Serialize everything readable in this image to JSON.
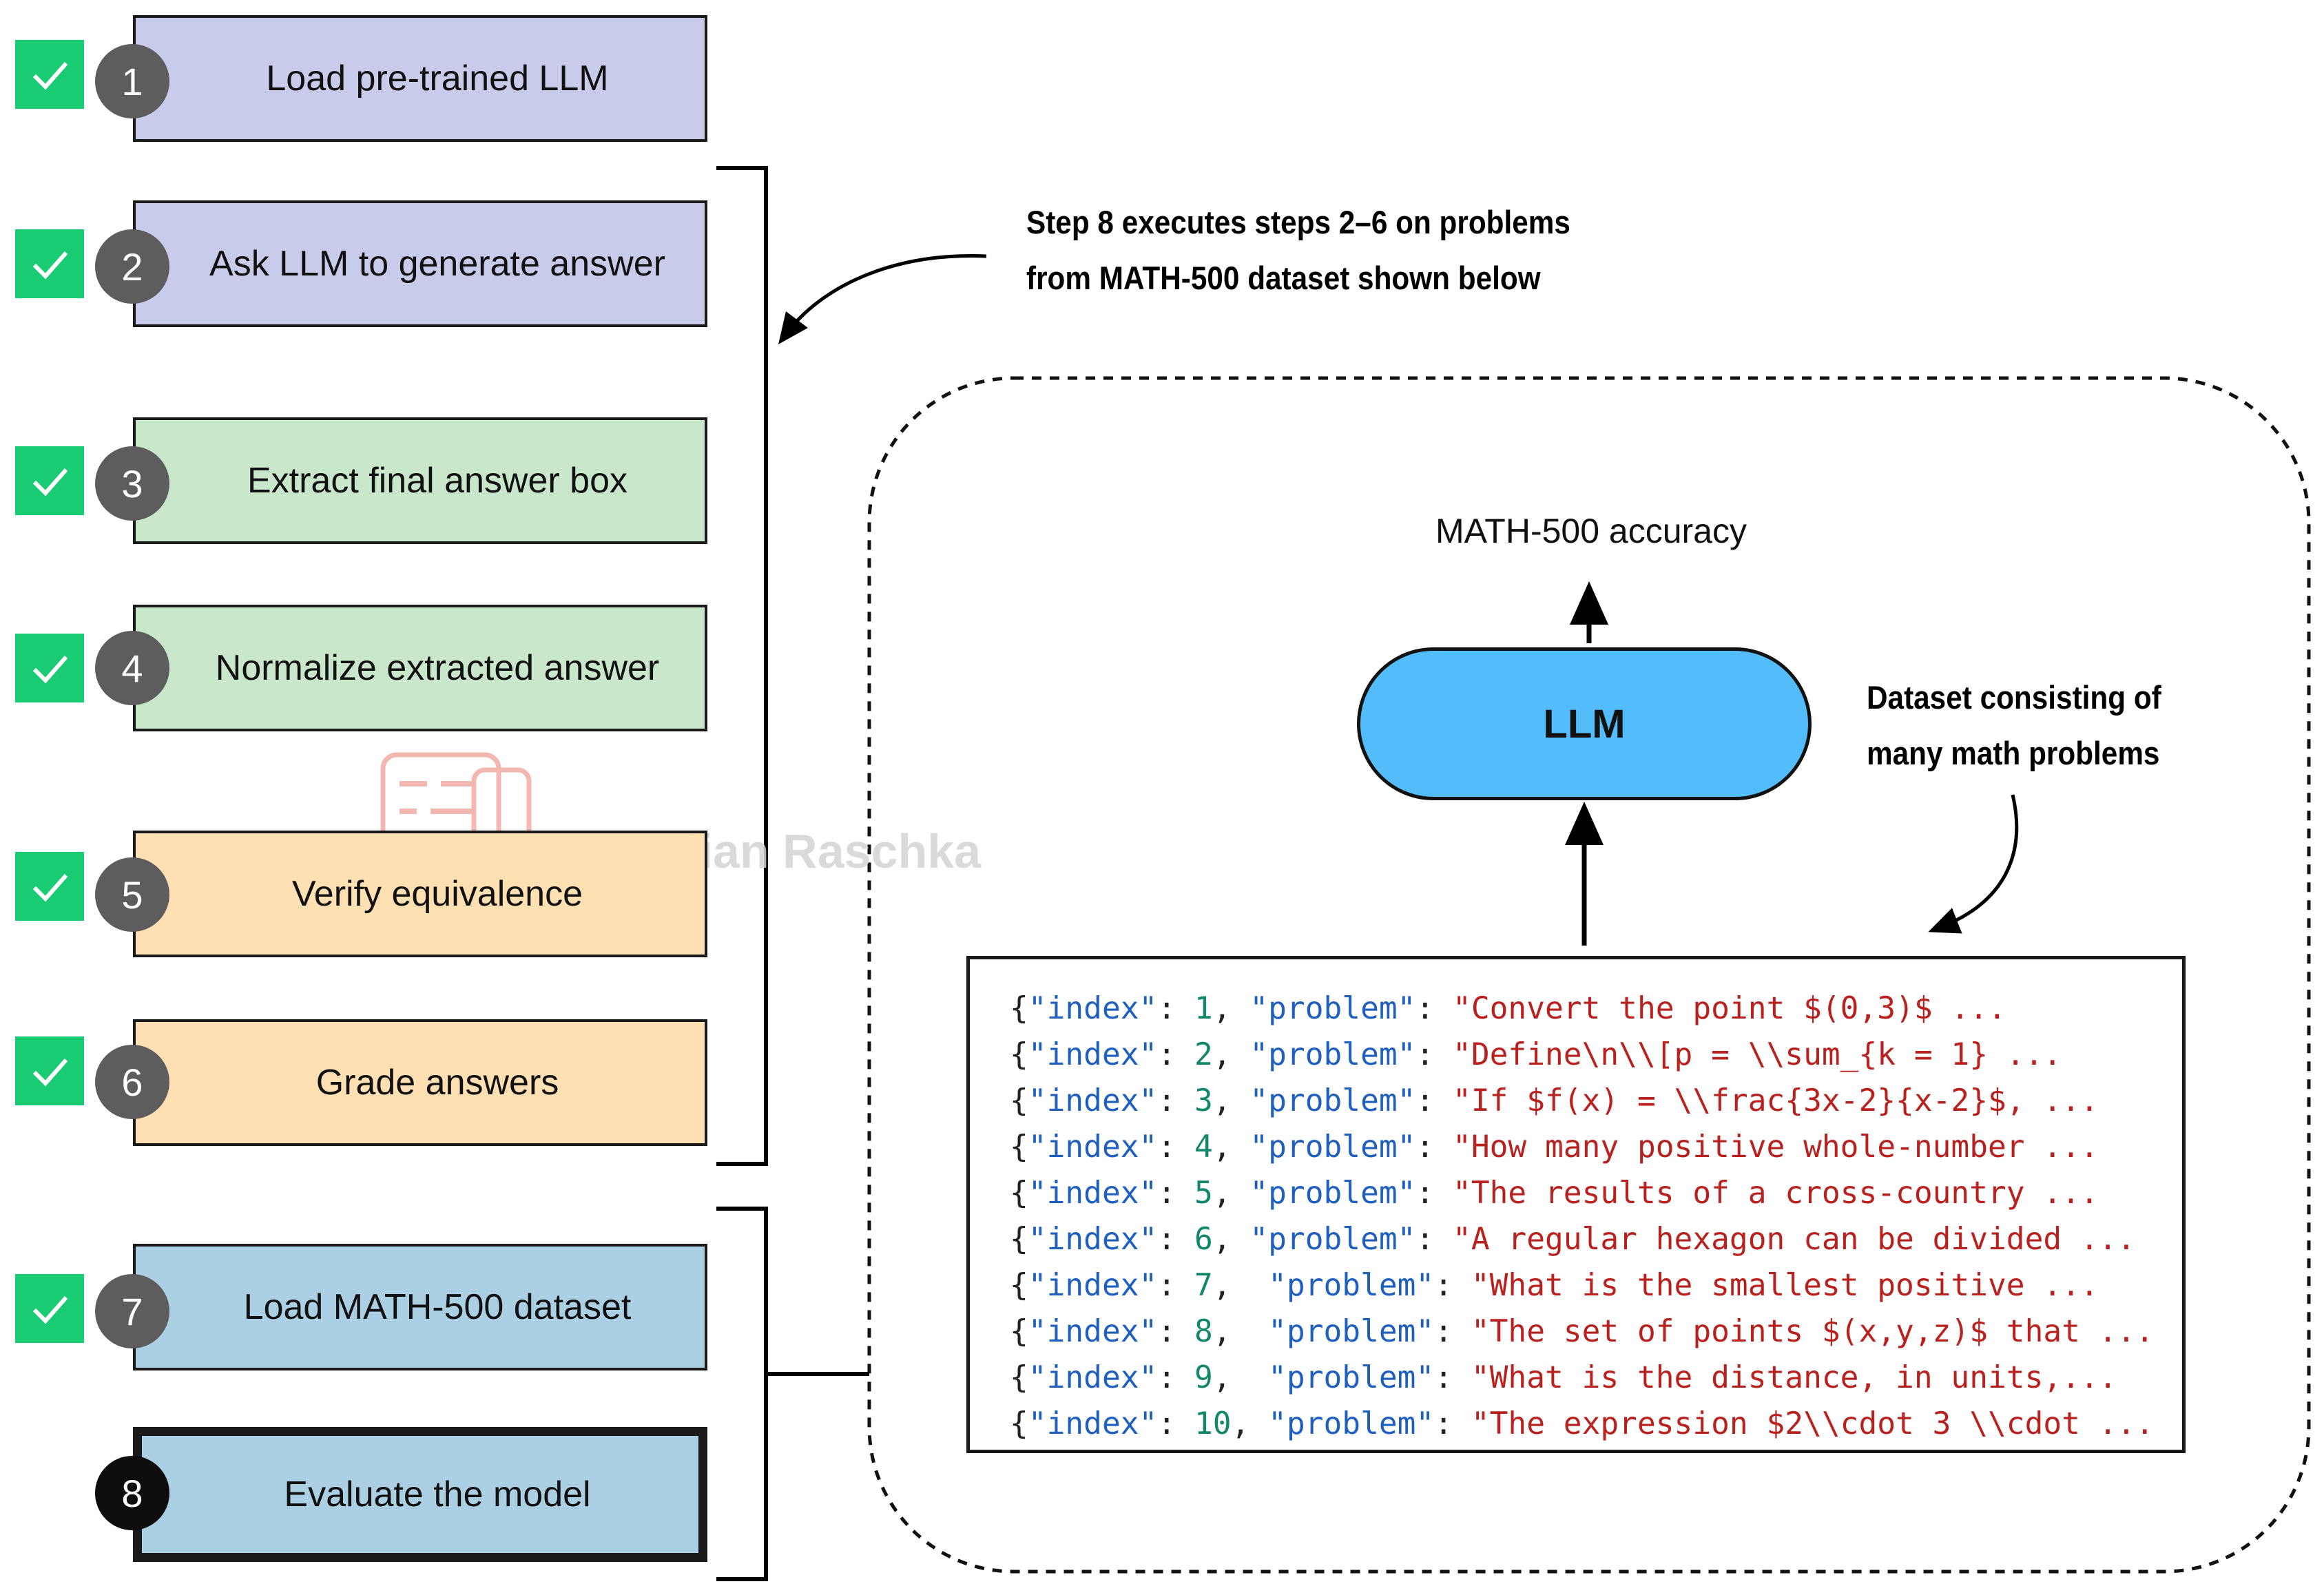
{
  "steps": [
    {
      "number": "1",
      "label": "Load pre-trained LLM",
      "checked": true,
      "color": "#c9cbeb"
    },
    {
      "number": "2",
      "label": "Ask LLM to generate answer",
      "checked": true,
      "color": "#c9cbeb"
    },
    {
      "number": "3",
      "label": "Extract final answer box",
      "checked": true,
      "color": "#c9e7cb"
    },
    {
      "number": "4",
      "label": "Normalize extracted answer",
      "checked": true,
      "color": "#c9e7cb"
    },
    {
      "number": "5",
      "label": "Verify equivalence",
      "checked": true,
      "color": "#ffe0b3"
    },
    {
      "number": "6",
      "label": "Grade answers",
      "checked": true,
      "color": "#ffe0b3"
    },
    {
      "number": "7",
      "label": "Load MATH-500 dataset",
      "checked": true,
      "color": "#abd0e3"
    },
    {
      "number": "8",
      "label": "Evaluate the model",
      "checked": false,
      "color": "#abd0e3"
    }
  ],
  "annotations": {
    "step8_line1": "Step 8 executes steps 2–6 on problems",
    "step8_line2": "from MATH-500 dataset shown below",
    "dataset_line1": "Dataset consisting of",
    "dataset_line2": "many math problems"
  },
  "llm": {
    "label": "LLM",
    "color": "#53bdfb"
  },
  "output": {
    "label": "MATH-500 accuracy"
  },
  "watermark": {
    "text": "Sebastian Raschka"
  },
  "dataset": [
    {
      "index": "1",
      "problem": "\"Convert the point $(0,3)$ ..."
    },
    {
      "index": "2",
      "problem": "\"Define\\n\\\\[p = \\\\sum_{k = 1} ..."
    },
    {
      "index": "3",
      "problem": "\"If $f(x) = \\\\frac{3x-2}{x-2}$, ..."
    },
    {
      "index": "4",
      "problem": "\"How many positive whole-number ..."
    },
    {
      "index": "5",
      "problem": "\"The results of a cross-country ..."
    },
    {
      "index": "6",
      "problem": "\"A regular hexagon can be divided ..."
    },
    {
      "index": "7",
      "problem": "\"What is the smallest positive ..."
    },
    {
      "index": "8",
      "problem": "\"The set of points $(x,y,z)$ that ..."
    },
    {
      "index": "9",
      "problem": "\"What is the distance, in units,..."
    },
    {
      "index": "10",
      "problem": "\"The expression $2\\\\cdot 3 \\\\cdot ..."
    }
  ],
  "code_tokens": {
    "index_key": "\"index\"",
    "problem_key": "\"problem\"",
    "open_brace": "{",
    "colon": ": ",
    "comma": ", "
  }
}
